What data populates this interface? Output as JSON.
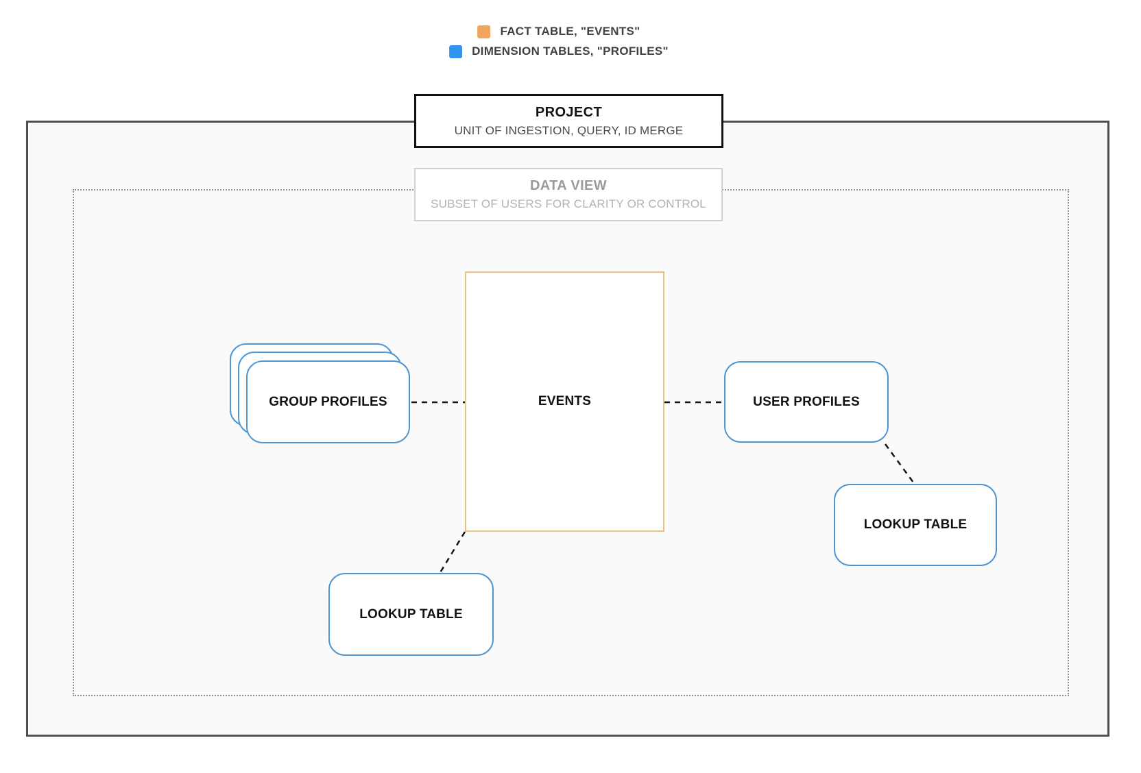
{
  "legend": {
    "items": [
      {
        "name": "fact-table",
        "label": "FACT TABLE, \"EVENTS\"",
        "color": "#f2a65b"
      },
      {
        "name": "dimension-tables",
        "label": "DIMENSION TABLES, \"PROFILES\"",
        "color": "#2e96f2"
      }
    ]
  },
  "boundaries": {
    "project": {
      "title": "PROJECT",
      "subtitle": "UNIT OF INGESTION, QUERY, ID MERGE"
    },
    "data_view": {
      "title": "DATA VIEW",
      "subtitle": "SUBSET OF USERS FOR CLARITY OR CONTROL"
    }
  },
  "nodes": {
    "events": {
      "label": "EVENTS",
      "type": "fact"
    },
    "group_profiles": {
      "label": "GROUP PROFILES",
      "type": "dimension"
    },
    "user_profiles": {
      "label": "USER PROFILES",
      "type": "dimension"
    },
    "lookup_table_bottom": {
      "label": "LOOKUP TABLE",
      "type": "dimension"
    },
    "lookup_table_right": {
      "label": "LOOKUP TABLE",
      "type": "dimension"
    }
  },
  "colors": {
    "fact_accent": "#f2a65b",
    "fact_node_border": "#efbf85",
    "dimension_accent": "#2e96f2",
    "dimension_node_border": "#4e96d3",
    "connector": "#141414",
    "project_border": "#4f4f4f",
    "inner_background": "#fafafa"
  }
}
